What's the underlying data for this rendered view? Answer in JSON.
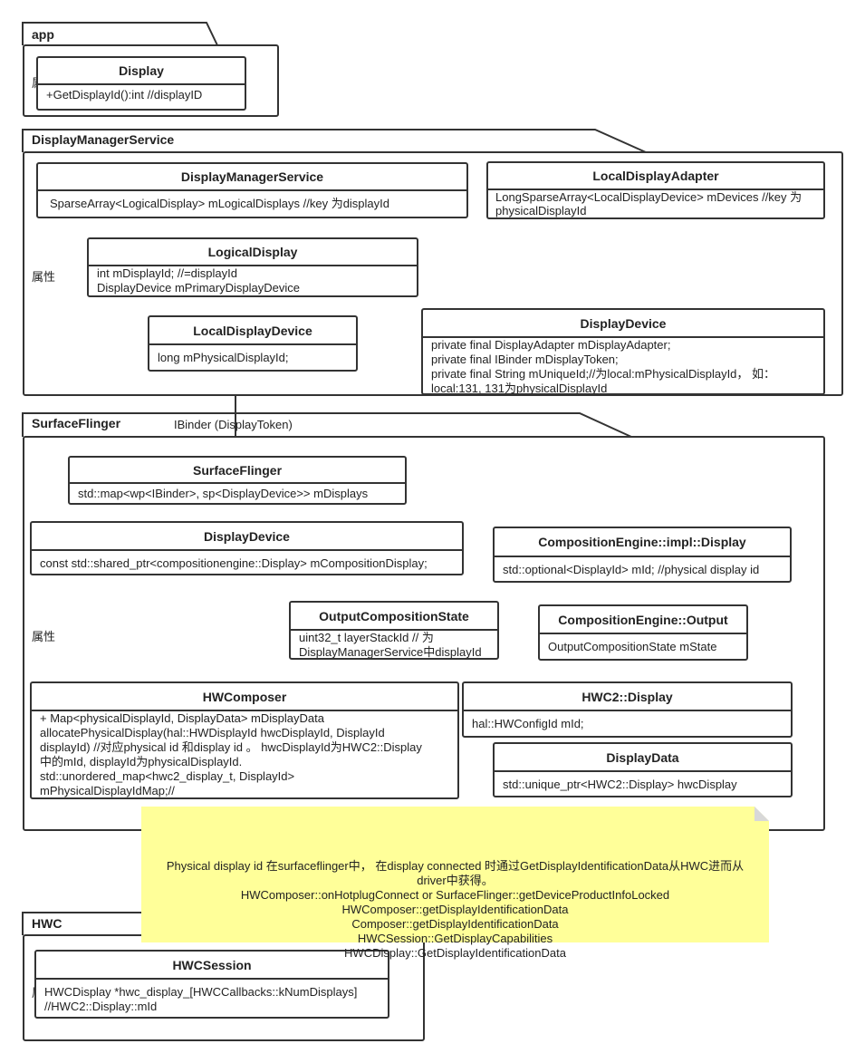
{
  "packages": {
    "app": {
      "label": "app",
      "cut_label": "属",
      "display": {
        "title": "Display",
        "attrs": "+GetDisplayId():int //displayID"
      }
    },
    "dms": {
      "label": "DisplayManagerService",
      "side_label": "属性",
      "dms_class": {
        "title": "DisplayManagerService",
        "attrs": "SparseArray<LogicalDisplay> mLogicalDisplays //key 为displayId"
      },
      "local_adapter": {
        "title": "LocalDisplayAdapter",
        "attrs": " LongSparseArray<LocalDisplayDevice> mDevices //key 为\nphysicalDisplayId"
      },
      "logical_display": {
        "title": "LogicalDisplay",
        "attrs": "int mDisplayId; //=displayId\nDisplayDevice mPrimaryDisplayDevice"
      },
      "local_device": {
        "title": "LocalDisplayDevice",
        "attrs": "long mPhysicalDisplayId;"
      },
      "display_device": {
        "title": "DisplayDevice",
        "attrs": "private final DisplayAdapter mDisplayAdapter;\n private final IBinder mDisplayToken;\n private final String mUniqueId;//为local:mPhysicalDisplayId， 如：\nlocal:131, 131为physicalDisplayId"
      }
    },
    "sf": {
      "label": "SurfaceFlinger",
      "side_label": "属性",
      "edge_label": "IBinder (DisplayToken)",
      "sf_class": {
        "title": "SurfaceFlinger",
        "attrs": "std::map<wp<IBinder>, sp<DisplayDevice>> mDisplays"
      },
      "display_device": {
        "title": "DisplayDevice",
        "attrs": "const std::shared_ptr<compositionengine::Display> mCompositionDisplay;"
      },
      "ce_display": {
        "title": "CompositionEngine::impl::Display",
        "attrs": "std::optional<DisplayId> mId; //physical display id"
      },
      "output_state": {
        "title": "OutputCompositionState",
        "attrs": " uint32_t layerStackId // 为\nDisplayManagerService中displayId"
      },
      "ce_output": {
        "title": "CompositionEngine::Output",
        "attrs": "OutputCompositionState mState"
      },
      "hwcomposer": {
        "title": "HWComposer",
        "attrs": "+ Map<physicalDisplayId, DisplayData> mDisplayData\nallocatePhysicalDisplay(hal::HWDisplayId hwcDisplayId, DisplayId\ndisplayId) //对应physical id 和display id 。 hwcDisplayId为HWC2::Display\n中的mId, displayId为physicalDisplayId.\nstd::unordered_map<hwc2_display_t, DisplayId>\nmPhysicalDisplayIdMap;//"
      },
      "hwc2_display": {
        "title": "HWC2::Display",
        "attrs": "hal::HWConfigId mId;"
      },
      "display_data": {
        "title": "DisplayData",
        "attrs": "std::unique_ptr<HWC2::Display> hwcDisplay"
      }
    },
    "hwc": {
      "label": "HWC",
      "cut_label": "属",
      "hwc_session": {
        "title": "HWCSession",
        "attrs": " HWCDisplay *hwc_display_[HWCCallbacks::kNumDisplays]\n//HWC2::Display::mId"
      }
    }
  },
  "note": {
    "text": "Physical display id 在surfaceflinger中， 在display connected 时通过GetDisplayIdentificationData从HWC进而从\ndriver中获得。\nHWComposer::onHotplugConnect or  SurfaceFlinger::getDeviceProductInfoLocked\nHWComposer::getDisplayIdentificationData\nComposer::getDisplayIdentificationData\nHWCSession::GetDisplayCapabilities\nHWCDisplay::GetDisplayIdentificationData"
  },
  "colors": {
    "note_bg": "#ffff99",
    "stroke": "#333333"
  }
}
